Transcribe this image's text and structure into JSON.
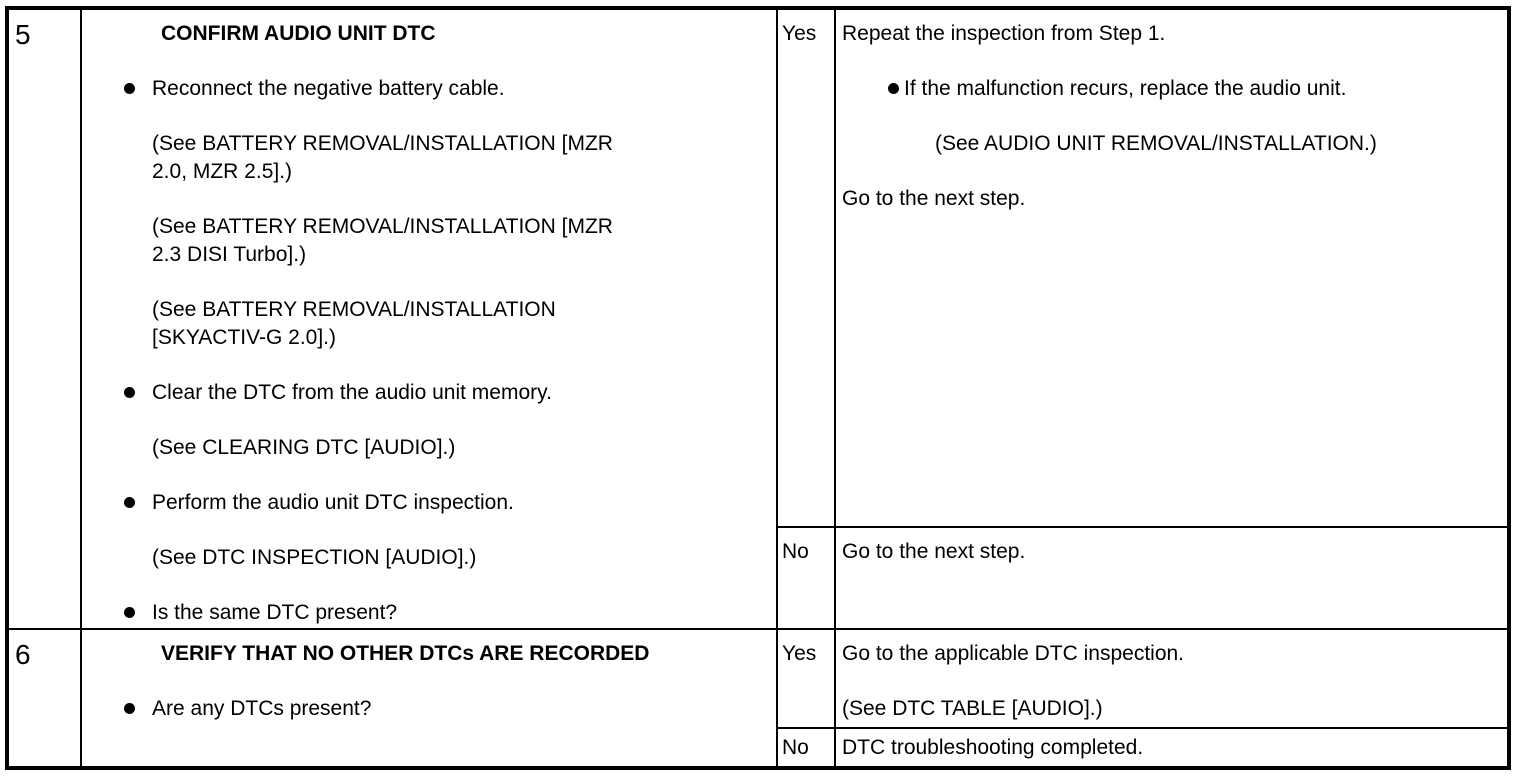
{
  "colors": {
    "text": "#000000",
    "border": "#000000",
    "background": "#ffffff"
  },
  "table": {
    "steps": [
      {
        "step": "5",
        "inspection": {
          "heading": "CONFIRM AUDIO UNIT DTC",
          "items": [
            {
              "type": "bullet",
              "lines": [
                "Reconnect the negative battery cable."
              ]
            },
            {
              "type": "sub",
              "lines": [
                "(See BATTERY REMOVAL/INSTALLATION [MZR",
                "2.0, MZR 2.5].)"
              ]
            },
            {
              "type": "sub",
              "lines": [
                "(See BATTERY REMOVAL/INSTALLATION [MZR",
                "2.3 DISI Turbo].)"
              ]
            },
            {
              "type": "sub",
              "lines": [
                "(See BATTERY REMOVAL/INSTALLATION",
                "[SKYACTIV-G 2.0].)"
              ]
            },
            {
              "type": "bullet",
              "lines": [
                "Clear the DTC from the audio unit memory."
              ]
            },
            {
              "type": "sub",
              "lines": [
                "(See CLEARING DTC [AUDIO].)"
              ]
            },
            {
              "type": "bullet",
              "lines": [
                "Perform the audio unit DTC inspection."
              ]
            },
            {
              "type": "sub",
              "lines": [
                "(See DTC INSPECTION [AUDIO].)"
              ]
            },
            {
              "type": "bullet",
              "lines": [
                "Is the same DTC present?"
              ]
            }
          ]
        },
        "results": [
          {
            "answer": "Yes",
            "items": [
              {
                "type": "plain",
                "lines": [
                  "Repeat the inspection from Step 1."
                ]
              },
              {
                "type": "bullet",
                "lines": [
                  "If the malfunction recurs, replace the audio unit."
                ]
              },
              {
                "type": "sub",
                "lines": [
                  "(See AUDIO UNIT REMOVAL/INSTALLATION.)"
                ]
              },
              {
                "type": "plain",
                "lines": [
                  "Go to the next step."
                ]
              }
            ]
          },
          {
            "answer": "No",
            "items": [
              {
                "type": "plain",
                "lines": [
                  "Go to the next step."
                ]
              }
            ]
          }
        ]
      },
      {
        "step": "6",
        "inspection": {
          "heading": "VERIFY THAT NO OTHER DTCs ARE RECORDED",
          "items": [
            {
              "type": "bullet",
              "lines": [
                "Are any DTCs present?"
              ]
            }
          ]
        },
        "results": [
          {
            "answer": "Yes",
            "items": [
              {
                "type": "plain",
                "lines": [
                  "Go to the applicable DTC inspection."
                ]
              },
              {
                "type": "plain",
                "lines": [
                  "(See DTC TABLE [AUDIO].)"
                ]
              }
            ]
          },
          {
            "answer": "No",
            "items": [
              {
                "type": "plain",
                "lines": [
                  "DTC troubleshooting completed."
                ]
              }
            ]
          }
        ]
      }
    ]
  }
}
